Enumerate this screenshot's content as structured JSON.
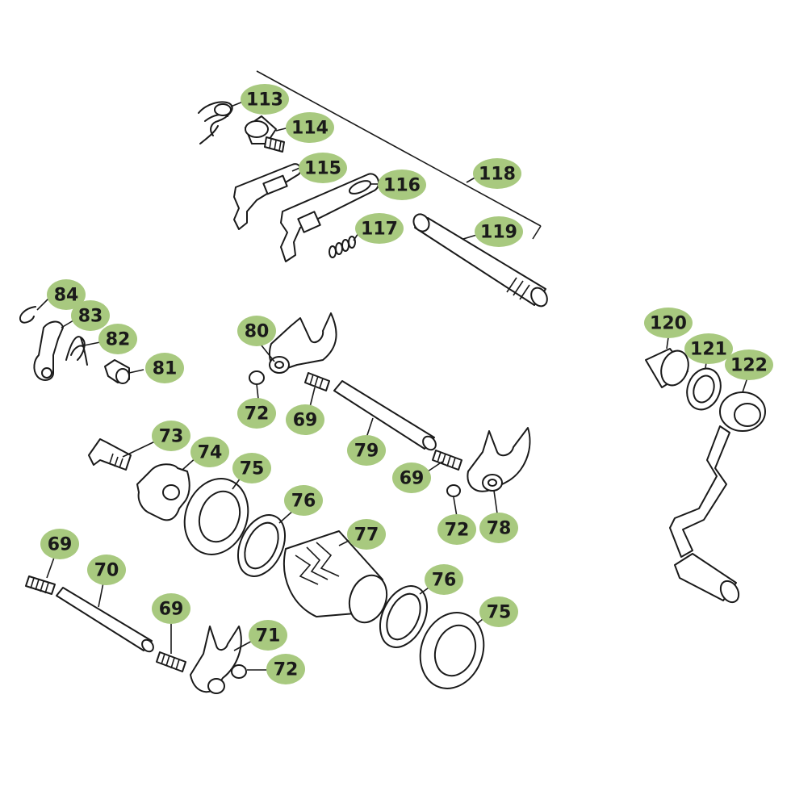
{
  "colors": {
    "callout_fill": "#a8c97f",
    "line": "#1a1a1a",
    "background": "#ffffff"
  },
  "callouts": [
    {
      "id": "c113",
      "label": "113"
    },
    {
      "id": "c114",
      "label": "114"
    },
    {
      "id": "c115",
      "label": "115"
    },
    {
      "id": "c116",
      "label": "116"
    },
    {
      "id": "c117",
      "label": "117"
    },
    {
      "id": "c118",
      "label": "118"
    },
    {
      "id": "c119",
      "label": "119"
    },
    {
      "id": "c84",
      "label": "84"
    },
    {
      "id": "c83",
      "label": "83"
    },
    {
      "id": "c82",
      "label": "82"
    },
    {
      "id": "c81",
      "label": "81"
    },
    {
      "id": "c80",
      "label": "80"
    },
    {
      "id": "c72a",
      "label": "72"
    },
    {
      "id": "c69a",
      "label": "69"
    },
    {
      "id": "c79",
      "label": "79"
    },
    {
      "id": "c69b",
      "label": "69"
    },
    {
      "id": "c72b",
      "label": "72"
    },
    {
      "id": "c78",
      "label": "78"
    },
    {
      "id": "c73",
      "label": "73"
    },
    {
      "id": "c74",
      "label": "74"
    },
    {
      "id": "c75a",
      "label": "75"
    },
    {
      "id": "c76a",
      "label": "76"
    },
    {
      "id": "c77",
      "label": "77"
    },
    {
      "id": "c76b",
      "label": "76"
    },
    {
      "id": "c75b",
      "label": "75"
    },
    {
      "id": "c69c",
      "label": "69"
    },
    {
      "id": "c70",
      "label": "70"
    },
    {
      "id": "c69d",
      "label": "69"
    },
    {
      "id": "c71",
      "label": "71"
    },
    {
      "id": "c72c",
      "label": "72"
    },
    {
      "id": "c120",
      "label": "120"
    },
    {
      "id": "c121",
      "label": "121"
    },
    {
      "id": "c122",
      "label": "122"
    }
  ]
}
